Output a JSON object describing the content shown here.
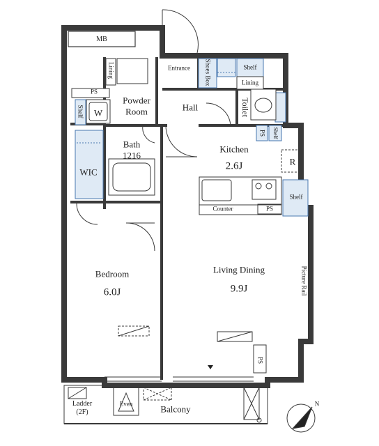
{
  "rooms": {
    "mb": "MB",
    "lining_1": "Lining",
    "entrance": "Entrance",
    "shoes_box": "Shoes\nBox",
    "shelf_entrance": "Shelf",
    "lining_2": "Lining",
    "ps_top": "PS",
    "powder_room": "Powder\nRoom",
    "washer": "W",
    "shelf_powder": "Shelf",
    "hall": "Hall",
    "toilet": "Toilet",
    "bath": "Bath\n1216",
    "kitchen": "Kitchen",
    "kitchen_size": "2.6J",
    "ps_kitchen": "PS",
    "shelf_kitchen_small": "Shelf",
    "fridge": "R",
    "wic": "WIC",
    "shelf_right": "Shelf",
    "counter": "Counter",
    "ps_counter": "PS",
    "bedroom": "Bedroom",
    "bedroom_size": "6.0J",
    "living_dining": "Living Dining",
    "living_size": "9.9J",
    "picture_rail": "Picture Rail",
    "ps_bottom": "PS",
    "ladder": "Ladder\n(2F)",
    "even": "Even",
    "balcony": "Balcony",
    "compass_north": "N"
  },
  "colors": {
    "wall": "#3a3a3a",
    "storage_fill": "#dfeaf5",
    "storage_stroke": "#4a78b0",
    "floor": "#ffffff"
  }
}
